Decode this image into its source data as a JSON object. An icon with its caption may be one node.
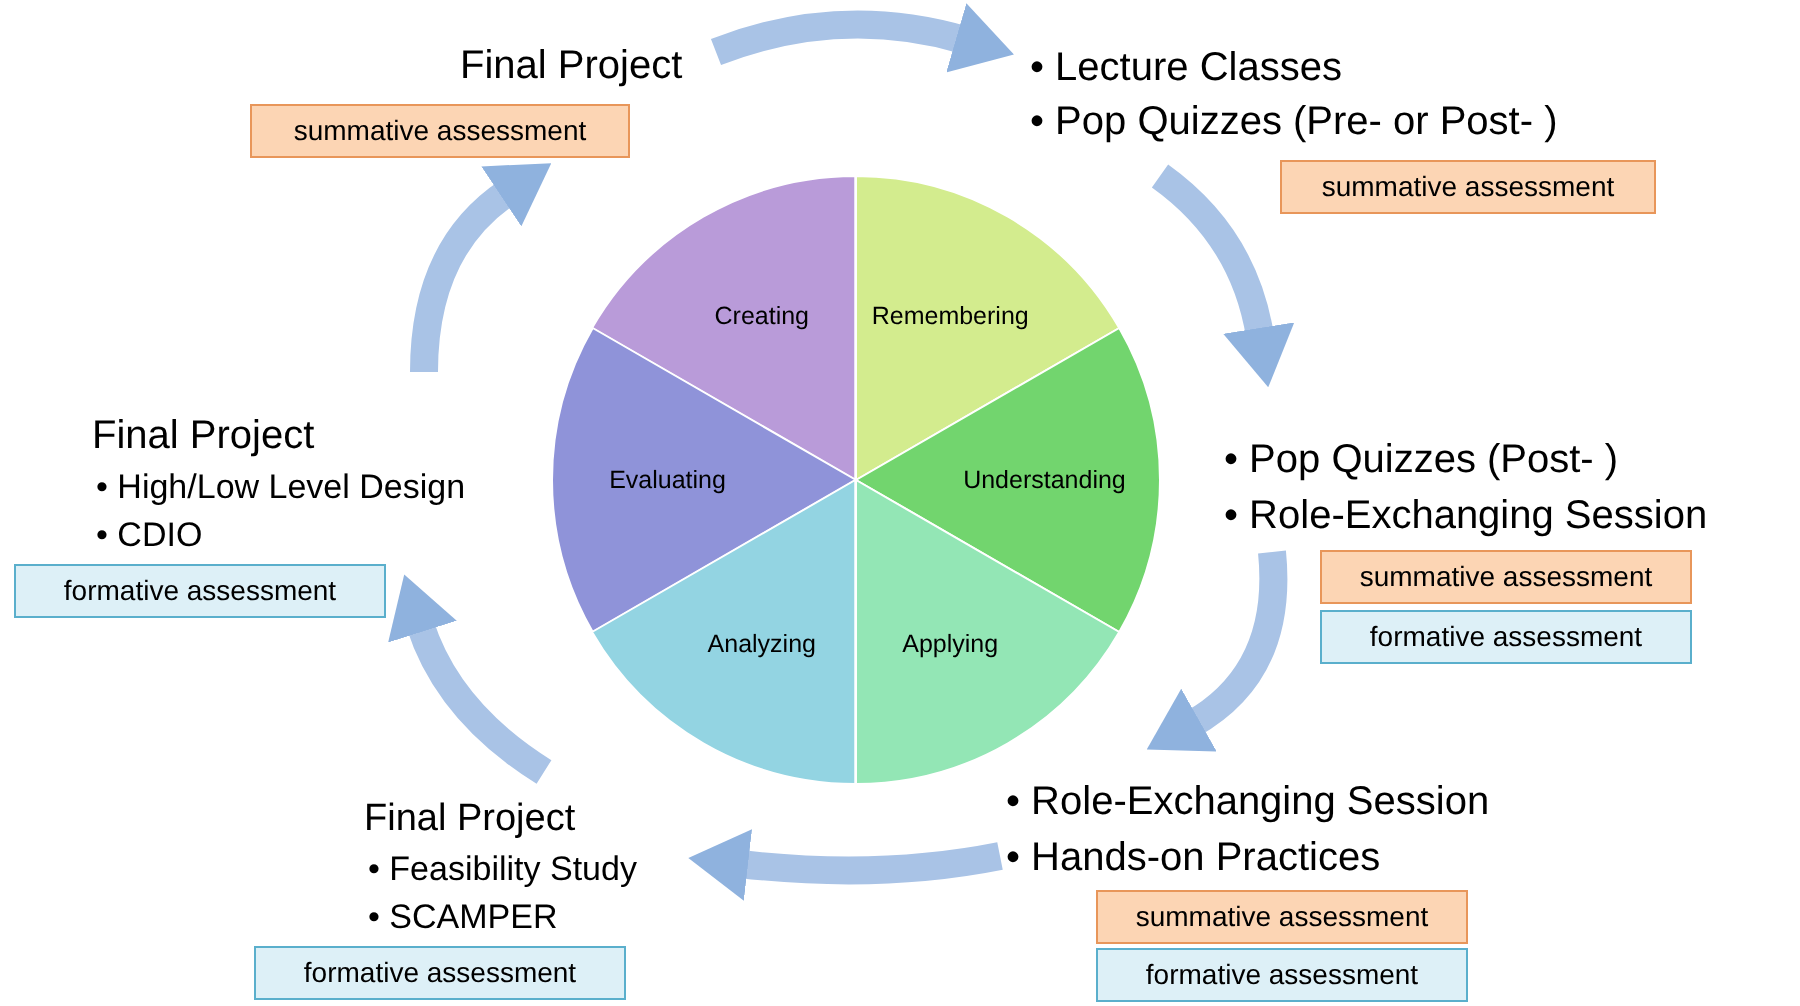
{
  "diagram": {
    "nodes": [
      {
        "text": [
          "Final Project"
        ]
      },
      {
        "text": [
          "summative assessment"
        ]
      },
      {
        "text": [
          "• Lecture Classes",
          "• Pop Quizzes (Pre- or Post- )"
        ]
      },
      {
        "text": [
          "summative assessment"
        ]
      },
      {
        "text": [
          "Creating"
        ]
      },
      {
        "text": [
          "Remembering"
        ]
      },
      {
        "text": [
          "Evaluating"
        ]
      },
      {
        "text": [
          "Understanding"
        ]
      },
      {
        "text": [
          "Final Project",
          "• High/Low Level Design",
          "• CDIO"
        ]
      },
      {
        "text": [
          "formative assessment"
        ]
      },
      {
        "text": [
          "• Pop Quizzes (Post- )",
          "• Role-Exchanging Session"
        ]
      },
      {
        "text": [
          "summative assessment"
        ]
      },
      {
        "text": [
          "formative assessment"
        ]
      },
      {
        "text": [
          "Analyzing"
        ]
      },
      {
        "text": [
          "Applying"
        ]
      },
      {
        "text": [
          "Final Project",
          "• Feasibility Study",
          "• SCAMPER"
        ]
      },
      {
        "text": [
          "formative assessment"
        ]
      },
      {
        "text": [
          "• Role-Exchanging Session",
          "• Hands-on Practices"
        ]
      },
      {
        "text": [
          "summative assessment"
        ]
      },
      {
        "text": [
          "formative assessment"
        ]
      }
    ],
    "edges": [
      {
        "from": 0,
        "to": 2,
        "arrow": "to"
      },
      {
        "from": 2,
        "to": 10,
        "arrow": "to"
      },
      {
        "from": 10,
        "to": 17,
        "arrow": "to"
      },
      {
        "from": 17,
        "to": 15,
        "arrow": "to"
      },
      {
        "from": 15,
        "to": 8,
        "arrow": "to"
      },
      {
        "from": 8,
        "to": 0,
        "arrow": "to"
      }
    ]
  }
}
